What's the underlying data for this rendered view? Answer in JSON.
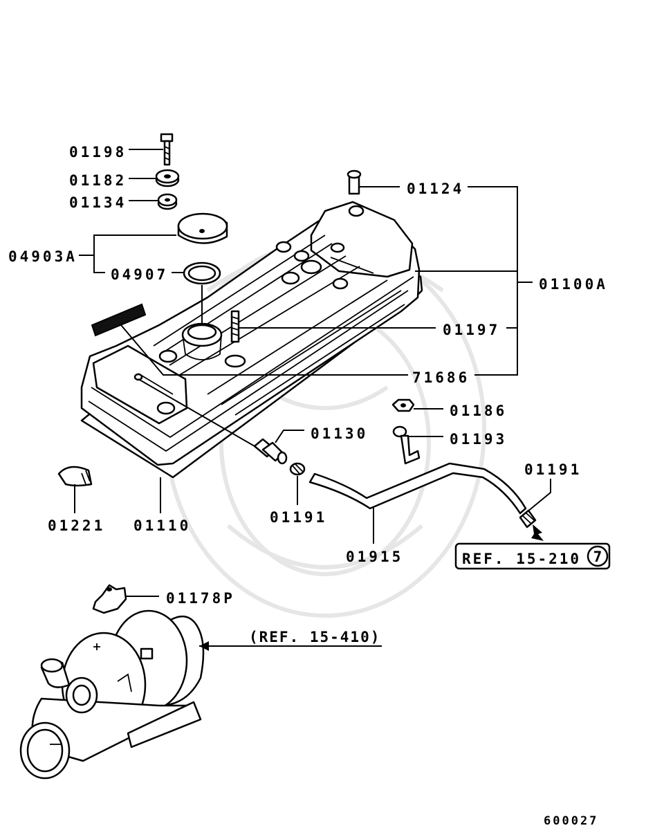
{
  "diagram": {
    "callouts": {
      "p01198": "01198",
      "p01182": "01182",
      "p01134": "01134",
      "p04903A": "04903A",
      "p04907": "04907",
      "p01124": "01124",
      "p01100A": "01100A",
      "p01197": "01197",
      "p71686": "71686",
      "p01186": "01186",
      "p01130": "01130",
      "p01193": "01193",
      "p01191_right": "01191",
      "p01221": "01221",
      "p01110": "01110",
      "p01191_left": "01191",
      "p01915": "01915",
      "p01178P": "01178P"
    },
    "references": {
      "ref_box": "REF. 15-210",
      "ref_box_circle": "7",
      "ref_turbo": "(REF. 15-410)"
    },
    "figure_number": "600027"
  }
}
